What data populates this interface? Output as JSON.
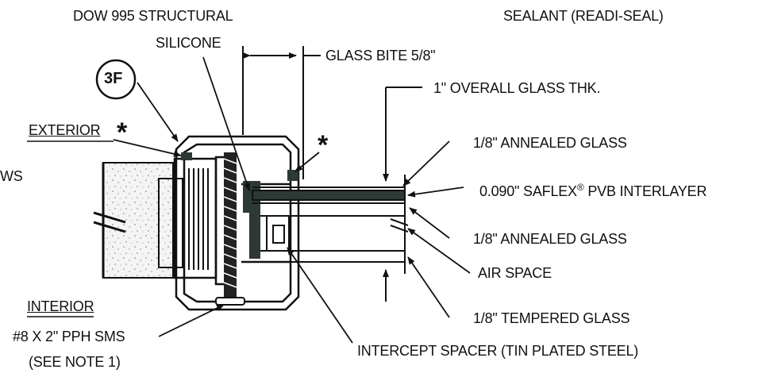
{
  "labels": {
    "dow_line1": "DOW 995 STRUCTURAL",
    "dow_line2": "SILICONE",
    "sealant": "SEALANT (READI-SEAL)",
    "glass_bite": "GLASS BITE 5/8\"",
    "overall_glass": "1\" OVERALL GLASS THK.",
    "exterior": "EXTERIOR",
    "interior": "INTERIOR",
    "annealed_top": "1/8\" ANNEALED GLASS",
    "saflex_pre": "0.090\" SAFLEX",
    "saflex_reg": "®",
    "saflex_post": " PVB INTERLAYER",
    "annealed_bottom": "1/8\" ANNEALED GLASS",
    "air_space": "AIR SPACE",
    "tempered": "1/8\" TEMPERED GLASS",
    "sms_line1": "#8 X 2\" PPH SMS",
    "sms_line2": "(SEE NOTE 1)",
    "intercept": "INTERCEPT SPACER (TIN PLATED STEEL)",
    "badge": "3F",
    "star": "*",
    "left_fragment": "WS"
  }
}
